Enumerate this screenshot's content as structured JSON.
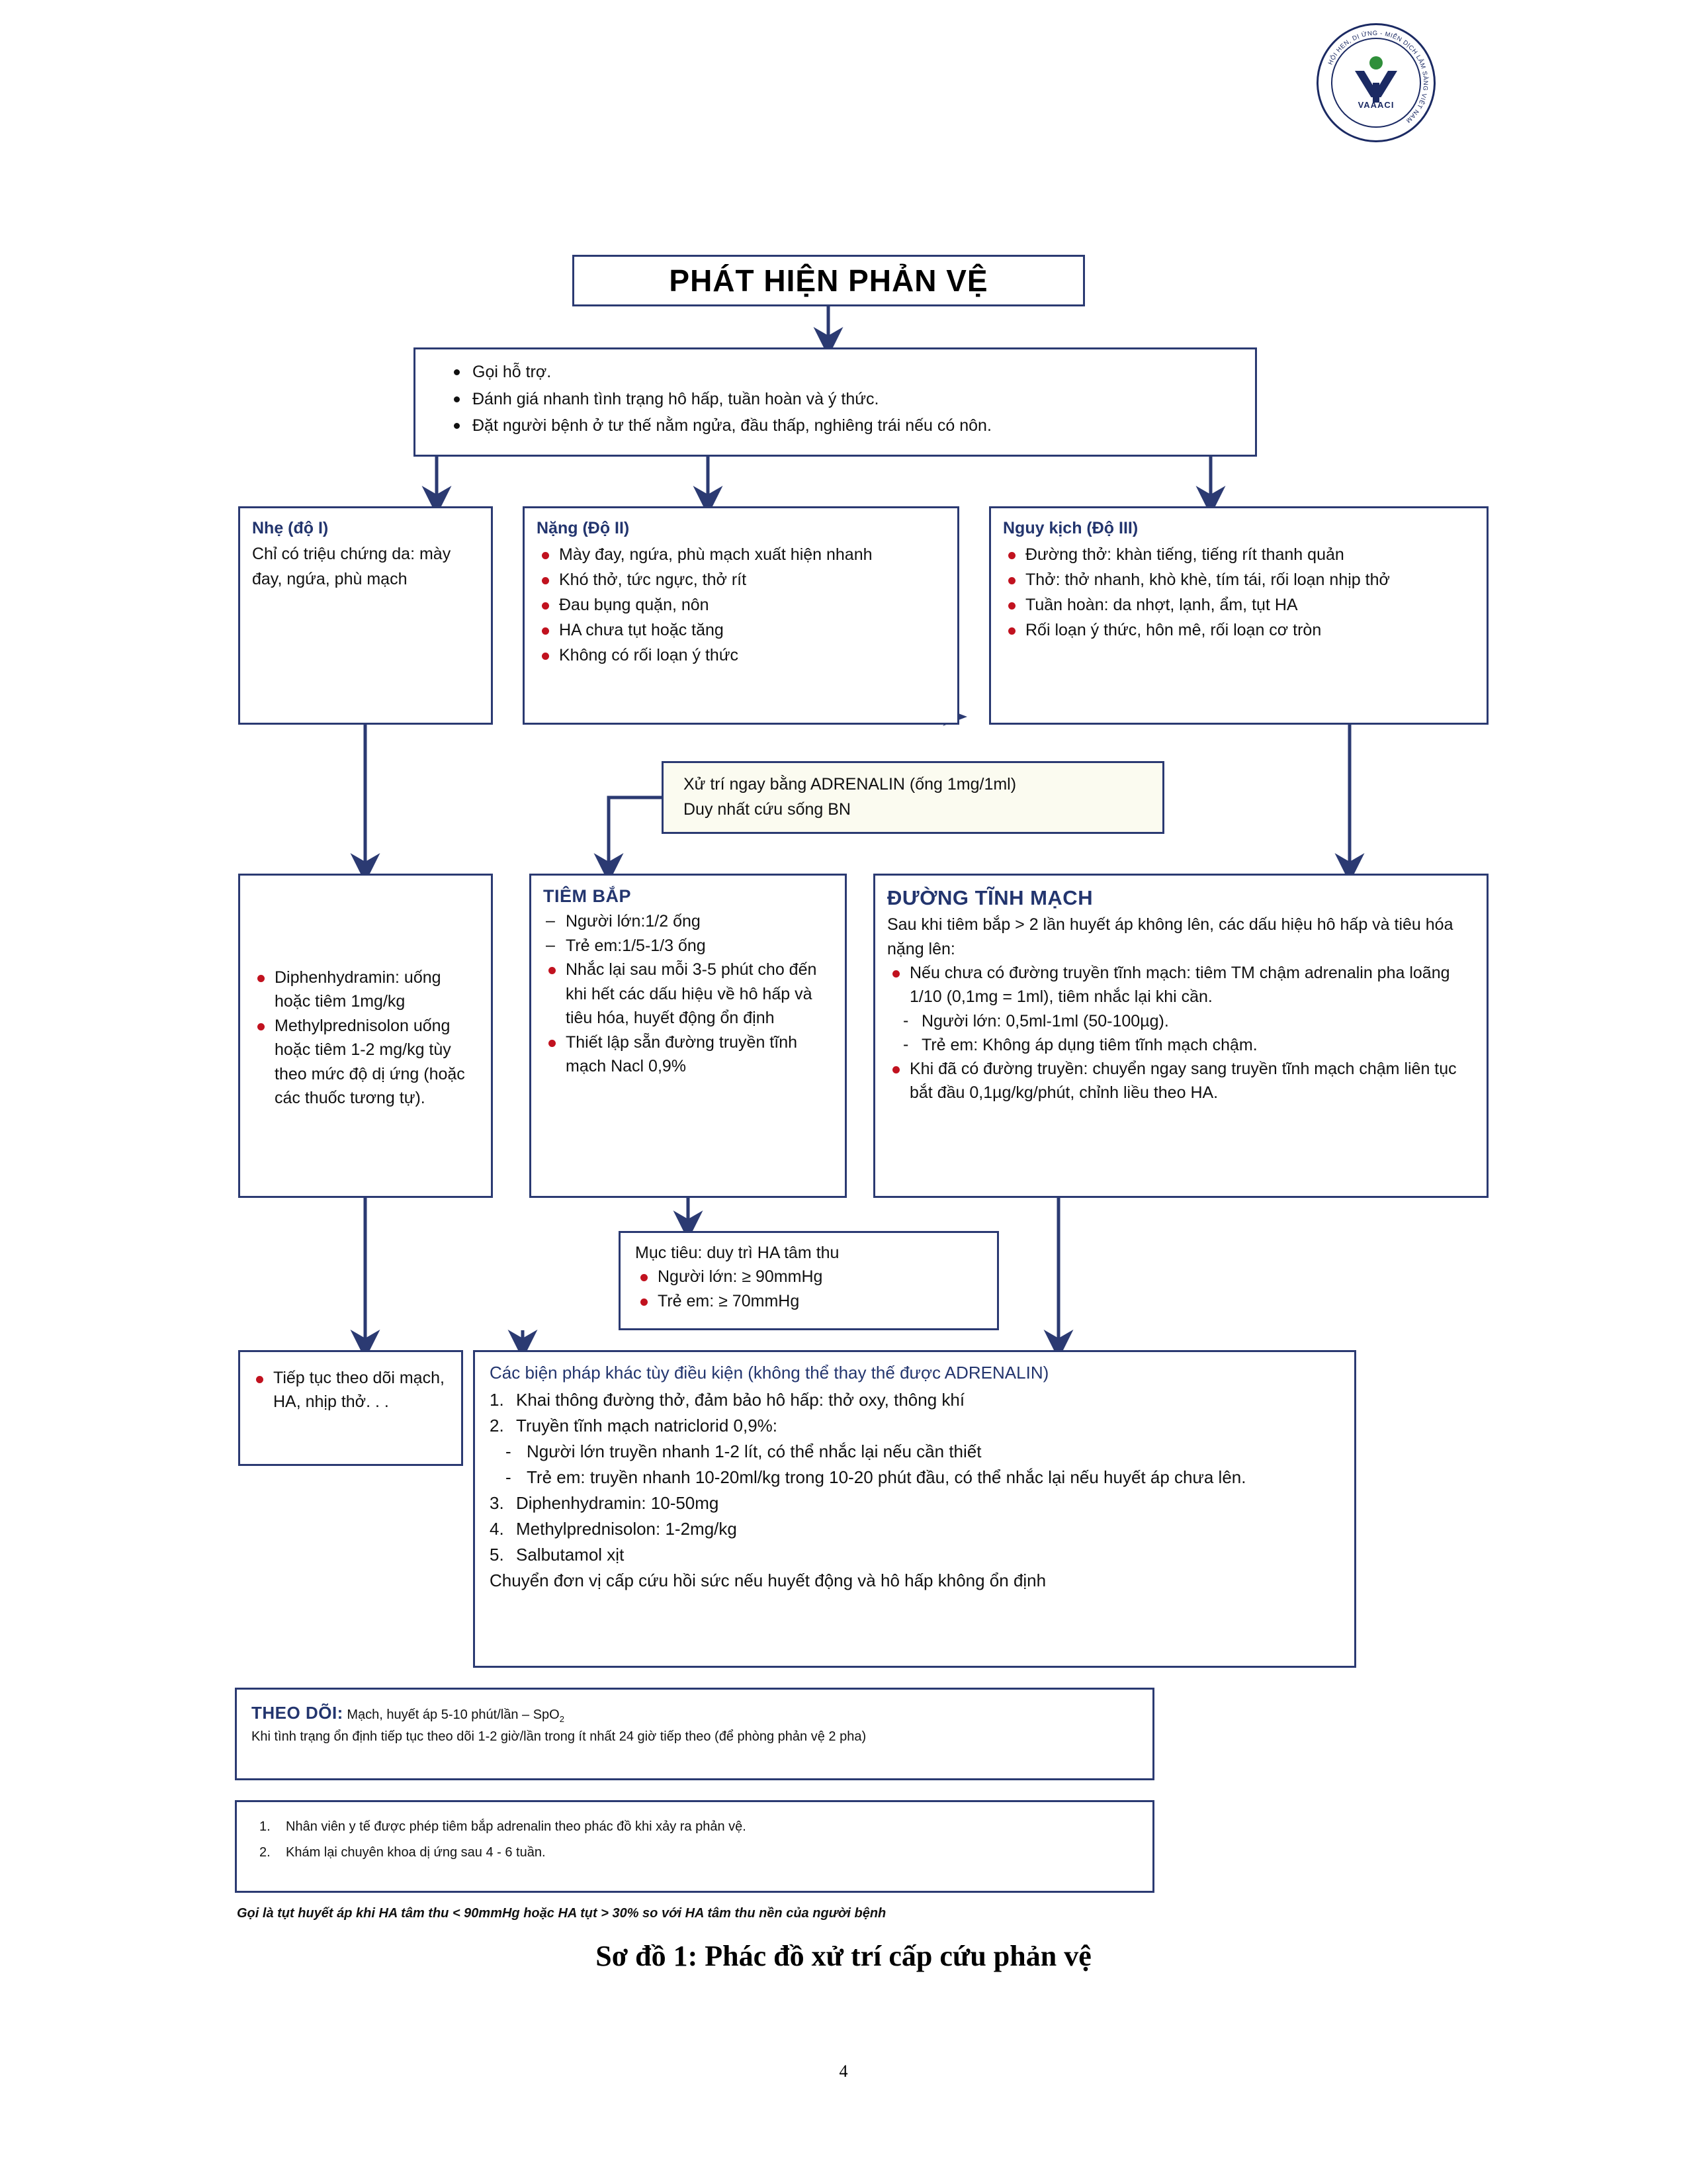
{
  "logo": {
    "ring_text": "HỘI HEN, DỊ ỨNG - MIỄN DỊCH LÂM SÀNG VIỆT NAM",
    "abbrev": "VAAACI"
  },
  "title": "PHÁT HIỆN PHẢN VỆ",
  "first_actions": [
    "Gọi hỗ trợ.",
    "Đánh giá nhanh tình trạng hô hấp, tuần hoàn và ý thức.",
    "Đặt người bệnh ở tư thế nằm ngửa, đầu thấp, nghiêng trái nếu có nôn."
  ],
  "severity": {
    "mild": {
      "title": "Nhẹ (độ I)",
      "text": "Chỉ có triệu chứng da: mày đay, ngứa, phù mạch"
    },
    "moderate": {
      "title": "Nặng (Độ II)",
      "items": [
        "Mày đay, ngứa, phù mạch xuất hiện nhanh",
        "Khó thở, tức ngực, thở rít",
        "Đau bụng quặn, nôn",
        "HA chưa tụt hoặc tăng",
        "Không có rối loạn ý thức"
      ]
    },
    "severe": {
      "title": "Nguy kịch (Độ  III)",
      "items": [
        "Đường thở: khàn tiếng, tiếng rít thanh quản",
        "Thở: thở nhanh, khò khè, tím tái, rối loạn nhịp thở",
        "Tuần hoàn: da nhợt, lạnh, ẩm, tụt HA",
        "Rối loạn ý thức, hôn mê, rối loạn cơ tròn"
      ]
    }
  },
  "adrenalin_note": {
    "line1": "Xử  trí ngay bằng ADRENALIN (ống 1mg/1ml)",
    "line2": "Duy nhất cứu sống BN"
  },
  "treatment": {
    "oral": [
      "Diphenhydramin: uống hoặc tiêm 1mg/kg",
      "Methylprednisolon uống hoặc tiêm 1-2 mg/kg tùy theo mức độ dị ứng (hoặc các thuốc tương tự)."
    ],
    "im": {
      "title": "TIÊM BẮP",
      "dash_items": [
        "Người lớn:1/2 ống",
        "Trẻ em:1/5-1/3 ống"
      ],
      "dot_items": [
        "Nhắc lại sau mỗi 3-5 phút cho đến khi hết các dấu hiệu về hô hấp và tiêu hóa, huyết động ổn định",
        "Thiết lập sẵn đường truyền tĩnh mạch Nacl 0,9%"
      ]
    },
    "iv": {
      "title": "ĐƯỜNG TĨNH MẠCH",
      "lead": "Sau khi tiêm bắp > 2 lần huyết áp không lên, các dấu hiệu hô hấp và tiêu hóa nặng lên:",
      "item1": "Nếu chưa có đường truyền tĩnh mạch: tiêm TM chậm adrenalin pha loãng 1/10 (0,1mg = 1ml), tiêm nhắc lại khi cần.",
      "sub1": "Người lớn: 0,5ml-1ml (50-100µg).",
      "sub2": "Trẻ em: Không áp dụng tiêm tĩnh mạch chậm.",
      "item2": "Khi đã có đường truyền: chuyển ngay sang truyền tĩnh mạch chậm liên tục bắt đầu 0,1µg/kg/phút, chỉnh liều theo HA."
    }
  },
  "goal": {
    "lead": "Mục tiêu: duy trì HA tâm thu",
    "items": [
      "Người lớn: ≥ 90mmHg",
      "Trẻ em: ≥ 70mmHg"
    ]
  },
  "follow_small": {
    "item": "Tiếp tục theo dõi mạch, HA, nhịp thở. . ."
  },
  "other_measures": {
    "title": "Các biện pháp khác tùy điều kiện (không thể thay thế được ADRENALIN)",
    "items": [
      "Khai thông đường thở, đảm bảo hô hấp: thở oxy, thông khí",
      "Truyền tĩnh mạch natriclorid 0,9%:",
      "Diphenhydramin: 10-50mg",
      "Methylprednisolon: 1-2mg/kg",
      "Salbutamol xịt"
    ],
    "sub_items": [
      "Người lớn truyền nhanh 1-2 lít, có thể nhắc lại nếu cần thiết",
      "Trẻ em: truyền nhanh 10-20ml/kg trong 10-20 phút đầu, có thể nhắc lại nếu huyết áp chưa lên."
    ],
    "footer": "Chuyển đơn vị cấp cứu hồi sức nếu huyết động và hô hấp không ổn định"
  },
  "monitor": {
    "label": "THEO DÕI:",
    "line1_rest": " Mạch, huyết áp 5-10 phút/lần – SpO",
    "line1_sub": "2",
    "line2": "Khi tình trạng ổn định tiếp tục theo dõi 1-2 giờ/lần trong ít nhất 24 giờ tiếp theo (để phòng phản vệ 2 pha)"
  },
  "notes": [
    "Nhân viên y tế được phép tiêm bắp adrenalin theo phác đồ khi xảy ra phản vệ.",
    "Khám lại chuyên khoa dị ứng sau 4 - 6 tuần."
  ],
  "footnote_italic": "Gọi là tụt huyết áp khi HA tâm thu < 90mmHg hoặc HA tụt > 30% so với HA tâm thu nền của người bệnh",
  "caption": "Sơ đồ 1: Phác đồ xử trí cấp cứu phản vệ",
  "page_number": "4",
  "colors": {
    "border": "#2b3a72",
    "heading": "#23356e",
    "bullet": "#c1121f",
    "note_bg": "#fbfbf0"
  }
}
